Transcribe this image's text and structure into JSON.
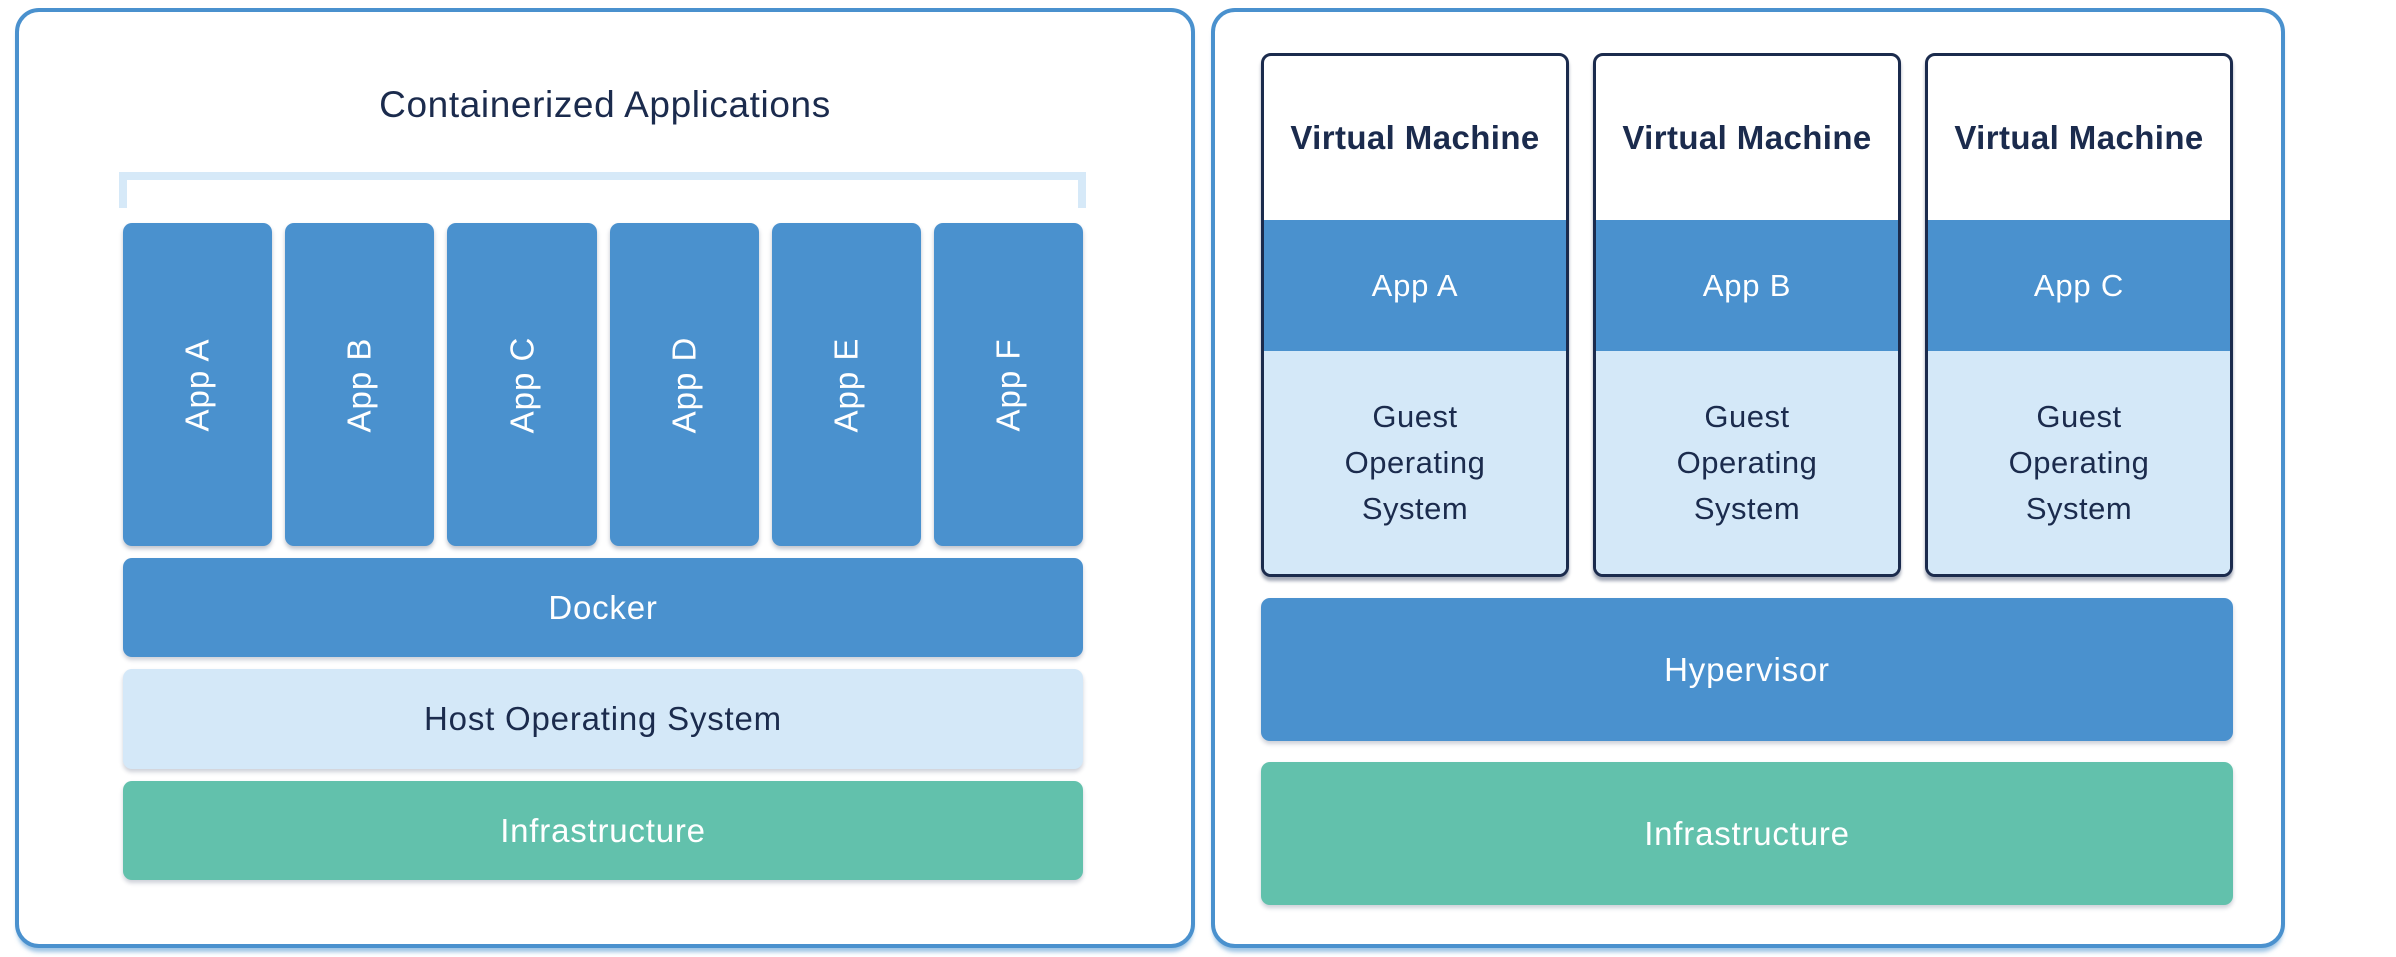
{
  "left_panel": {
    "title": "Containerized Applications",
    "apps": [
      "App A",
      "App B",
      "App C",
      "App D",
      "App E",
      "App F"
    ],
    "docker_label": "Docker",
    "host_os_label": "Host Operating System",
    "infrastructure_label": "Infrastructure"
  },
  "right_panel": {
    "vms": [
      {
        "title": "Virtual Machine",
        "app": "App A",
        "guest_os": "Guest Operating System"
      },
      {
        "title": "Virtual Machine",
        "app": "App B",
        "guest_os": "Guest Operating System"
      },
      {
        "title": "Virtual Machine",
        "app": "App C",
        "guest_os": "Guest Operating System"
      }
    ],
    "hypervisor_label": "Hypervisor",
    "infrastructure_label": "Infrastructure"
  },
  "colors": {
    "box_blue": "#4A91CE",
    "box_light_blue": "#D4E8F8",
    "bracket_light_blue": "#D6E9F8",
    "box_green": "#62C1AC",
    "text_navy": "#1B2B4D",
    "panel_border_blue": "#4A91CE",
    "text_on_blue": "#FFFFFF"
  }
}
